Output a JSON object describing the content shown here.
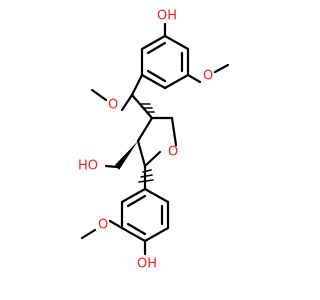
{
  "colors": {
    "bond": "#000000",
    "oxygen": "#e8261c",
    "background": "#ffffff"
  },
  "atom_labels": {
    "top_oh": "OH",
    "top_methoxy_o": "O",
    "side_methoxy_o": "O",
    "hydroxymethyl_oh": "HO",
    "ring_o": "O",
    "bottom_methoxy_o": "O",
    "bottom_oh": "OH"
  }
}
